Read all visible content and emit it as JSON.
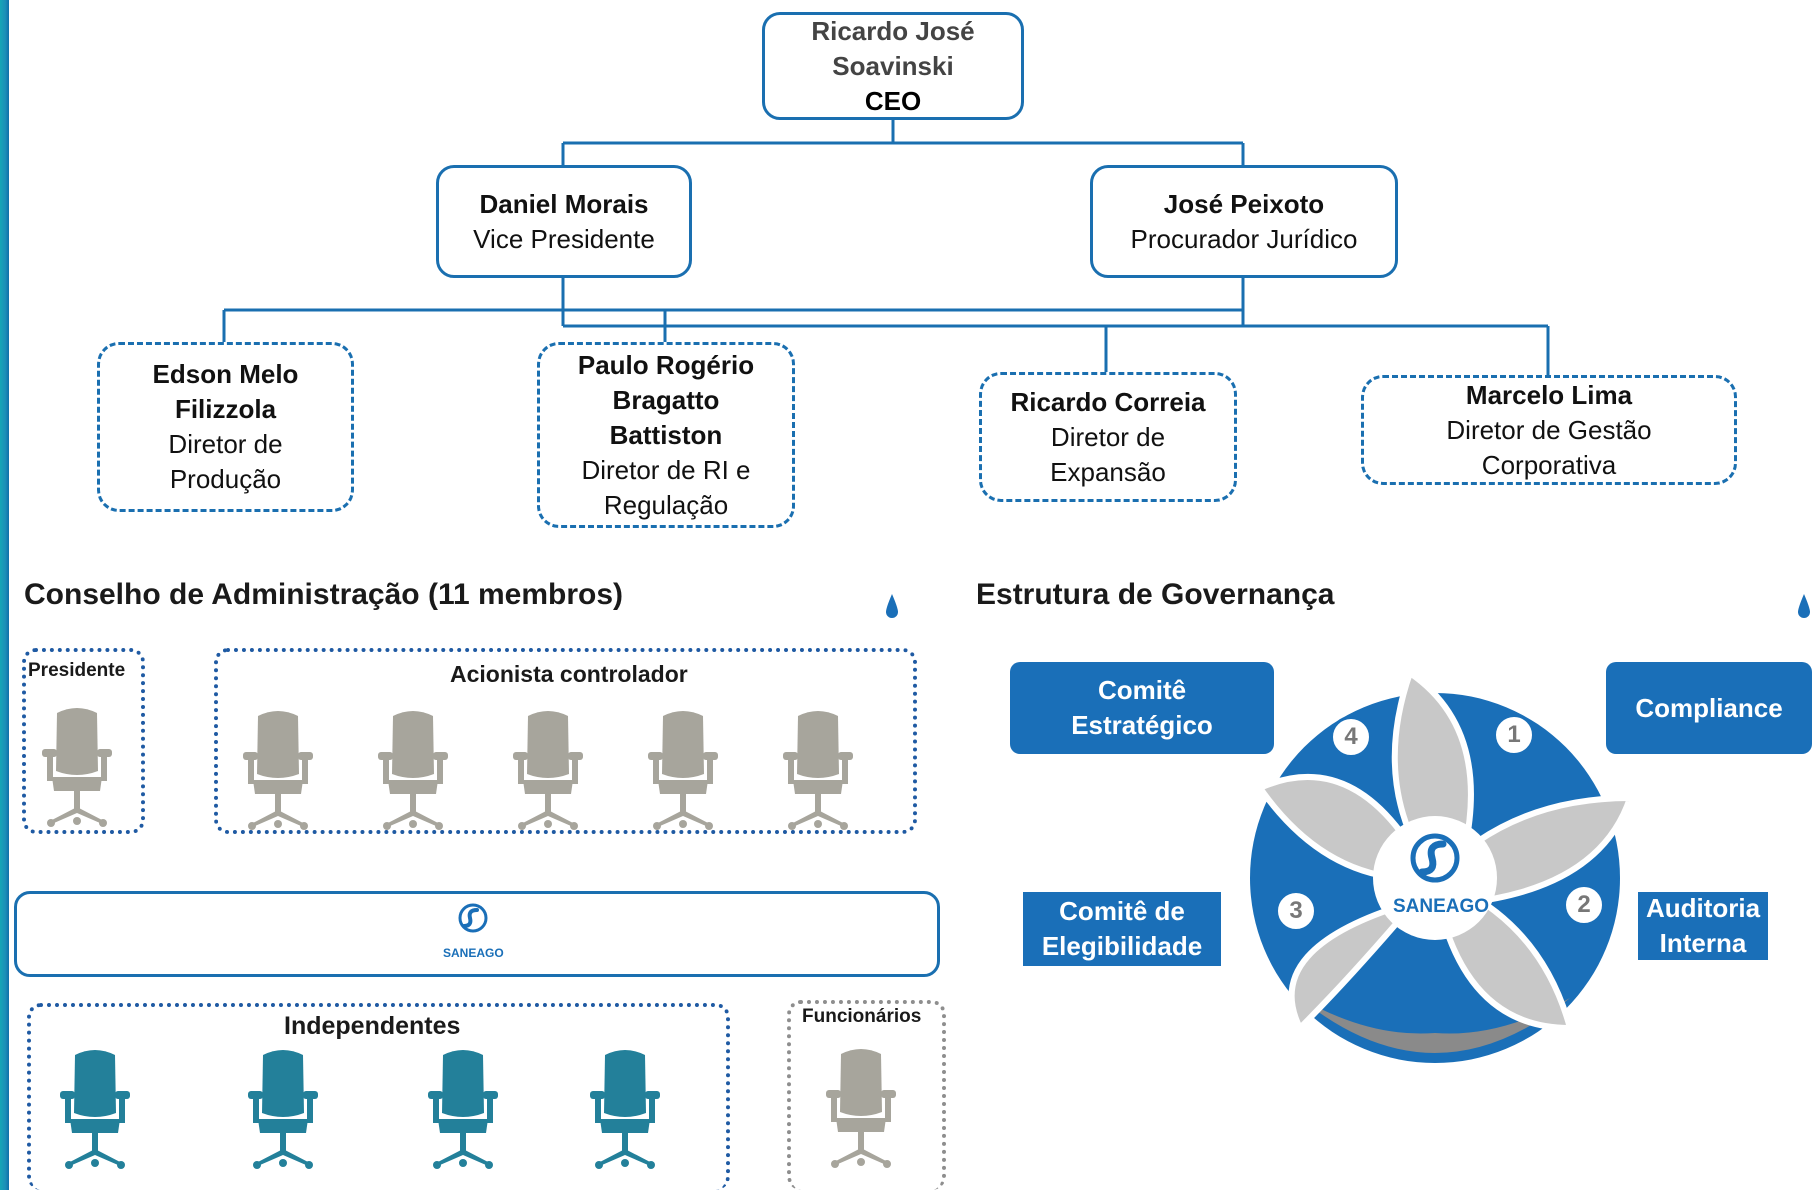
{
  "org_chart": {
    "ceo": {
      "name_line1": "Ricardo José",
      "name_line2": "Soavinski",
      "title": "CEO"
    },
    "vp": {
      "name": "Daniel Morais",
      "title": "Vice Presidente"
    },
    "legal": {
      "name": "José Peixoto",
      "title": "Procurador Jurídico"
    },
    "directors": [
      {
        "name_line1": "Edson Melo",
        "name_line2": "Filizzola",
        "title_line1": "Diretor de",
        "title_line2": "Produção"
      },
      {
        "name_line1": "Paulo Rogério",
        "name_line2": "Bragatto",
        "name_line3": "Battiston",
        "title_line1": "Diretor de RI e",
        "title_line2": "Regulação"
      },
      {
        "name": "Ricardo Correia",
        "title_line1": "Diretor de",
        "title_line2": "Expansão"
      },
      {
        "name": "Marcelo Lima",
        "title_line1": "Diretor de Gestão",
        "title_line2": "Corporativa"
      }
    ]
  },
  "board": {
    "title": "Conselho de Administração (11 membros)",
    "president_label": "Presidente",
    "controlling_label": "Acionista controlador",
    "independent_label": "Independentes",
    "employees_label": "Funcionários",
    "logo_text": "SANEAGO"
  },
  "governance": {
    "title": "Estrutura de Governança",
    "center_logo_text": "SANEAGO",
    "items": [
      {
        "number": "1",
        "label_line1": "Compliance",
        "label_line2": ""
      },
      {
        "number": "2",
        "label_line1": "Auditoria",
        "label_line2": "Interna"
      },
      {
        "number": "3",
        "label_line1": "Comitê de",
        "label_line2": "Elegibilidade"
      },
      {
        "number": "4",
        "label_line1": "Comitê",
        "label_line2": "Estratégico"
      }
    ]
  },
  "colors": {
    "primary_blue": "#1a6fb8",
    "chair_grey": "#a7a59c",
    "chair_teal": "#23809a",
    "wheel_grey": "#bdbdbd"
  }
}
